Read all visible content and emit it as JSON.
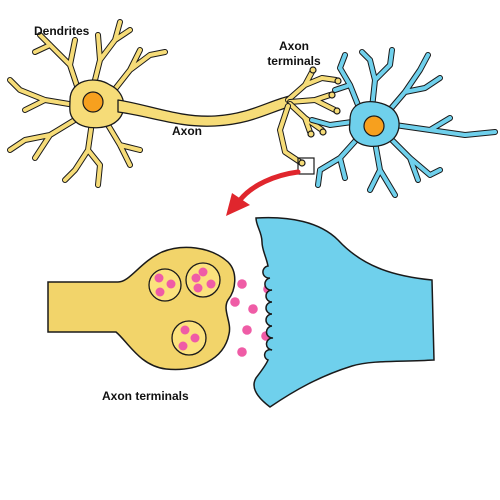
{
  "labels": {
    "dendrites": "Dendrites",
    "axon": "Axon",
    "axon_terminals_top_line1": "Axon",
    "axon_terminals_top_line2": "terminals",
    "axon_terminals_bottom": "Axon terminals"
  },
  "colors": {
    "presynaptic_neuron": "#f6dc78",
    "presynaptic_terminal": "#f2d46a",
    "postsynaptic_neuron": "#6fd0ec",
    "nucleus": "#f7a01e",
    "vesicle": "#fbe27d",
    "neurotransmitter": "#ef5ca6",
    "arrow": "#e0262d",
    "outline": "#1a1a1a"
  },
  "icons": {
    "zoom_arrow": "arrow-icon",
    "zoom_box": "highlight-box-icon"
  }
}
